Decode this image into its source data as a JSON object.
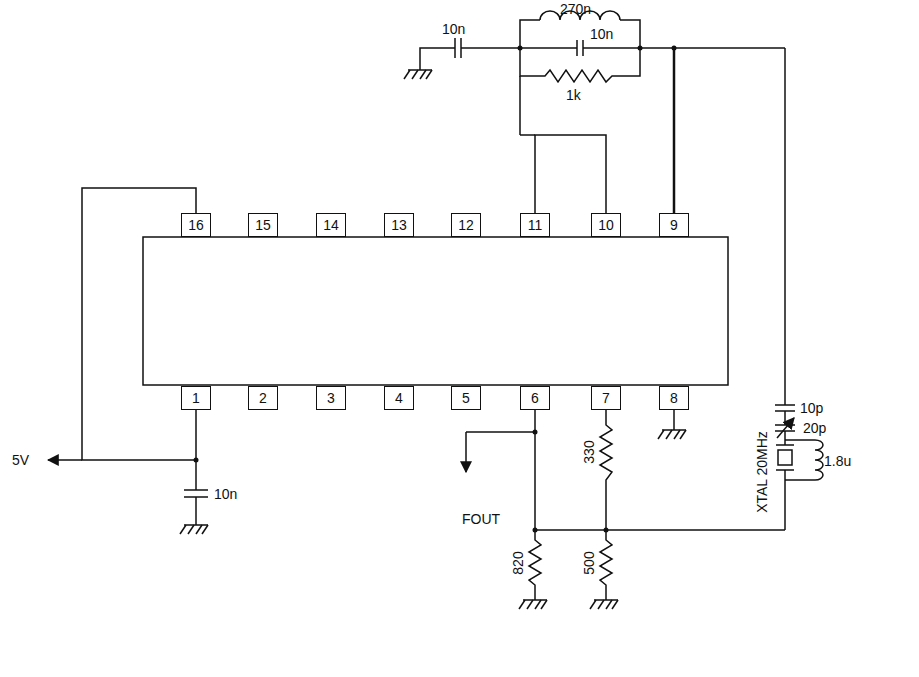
{
  "diagram": {
    "nodes": [
      {
        "text": [
          "16"
        ]
      },
      {
        "text": [
          "15"
        ]
      },
      {
        "text": [
          "14"
        ]
      },
      {
        "text": [
          "13"
        ]
      },
      {
        "text": [
          "12"
        ]
      },
      {
        "text": [
          "11"
        ]
      },
      {
        "text": [
          "10"
        ]
      },
      {
        "text": [
          "9"
        ]
      },
      {
        "text": [
          "1"
        ]
      },
      {
        "text": [
          "2"
        ]
      },
      {
        "text": [
          "3"
        ]
      },
      {
        "text": [
          "4"
        ]
      },
      {
        "text": [
          "5"
        ]
      },
      {
        "text": [
          "6"
        ]
      },
      {
        "text": [
          "7"
        ]
      },
      {
        "text": [
          "8"
        ]
      }
    ],
    "edges": [
      {
        "from": 0,
        "to": 8,
        "arrow": "none"
      },
      {
        "from": 5,
        "to": 6,
        "arrow": "none"
      }
    ],
    "labels": [
      "270n",
      "10n",
      "10n",
      "1k",
      "10p",
      "20p",
      "XTAL 20MHz",
      "1.8u",
      "5V",
      "10n",
      "FOUT",
      "330",
      "820",
      "500"
    ]
  }
}
